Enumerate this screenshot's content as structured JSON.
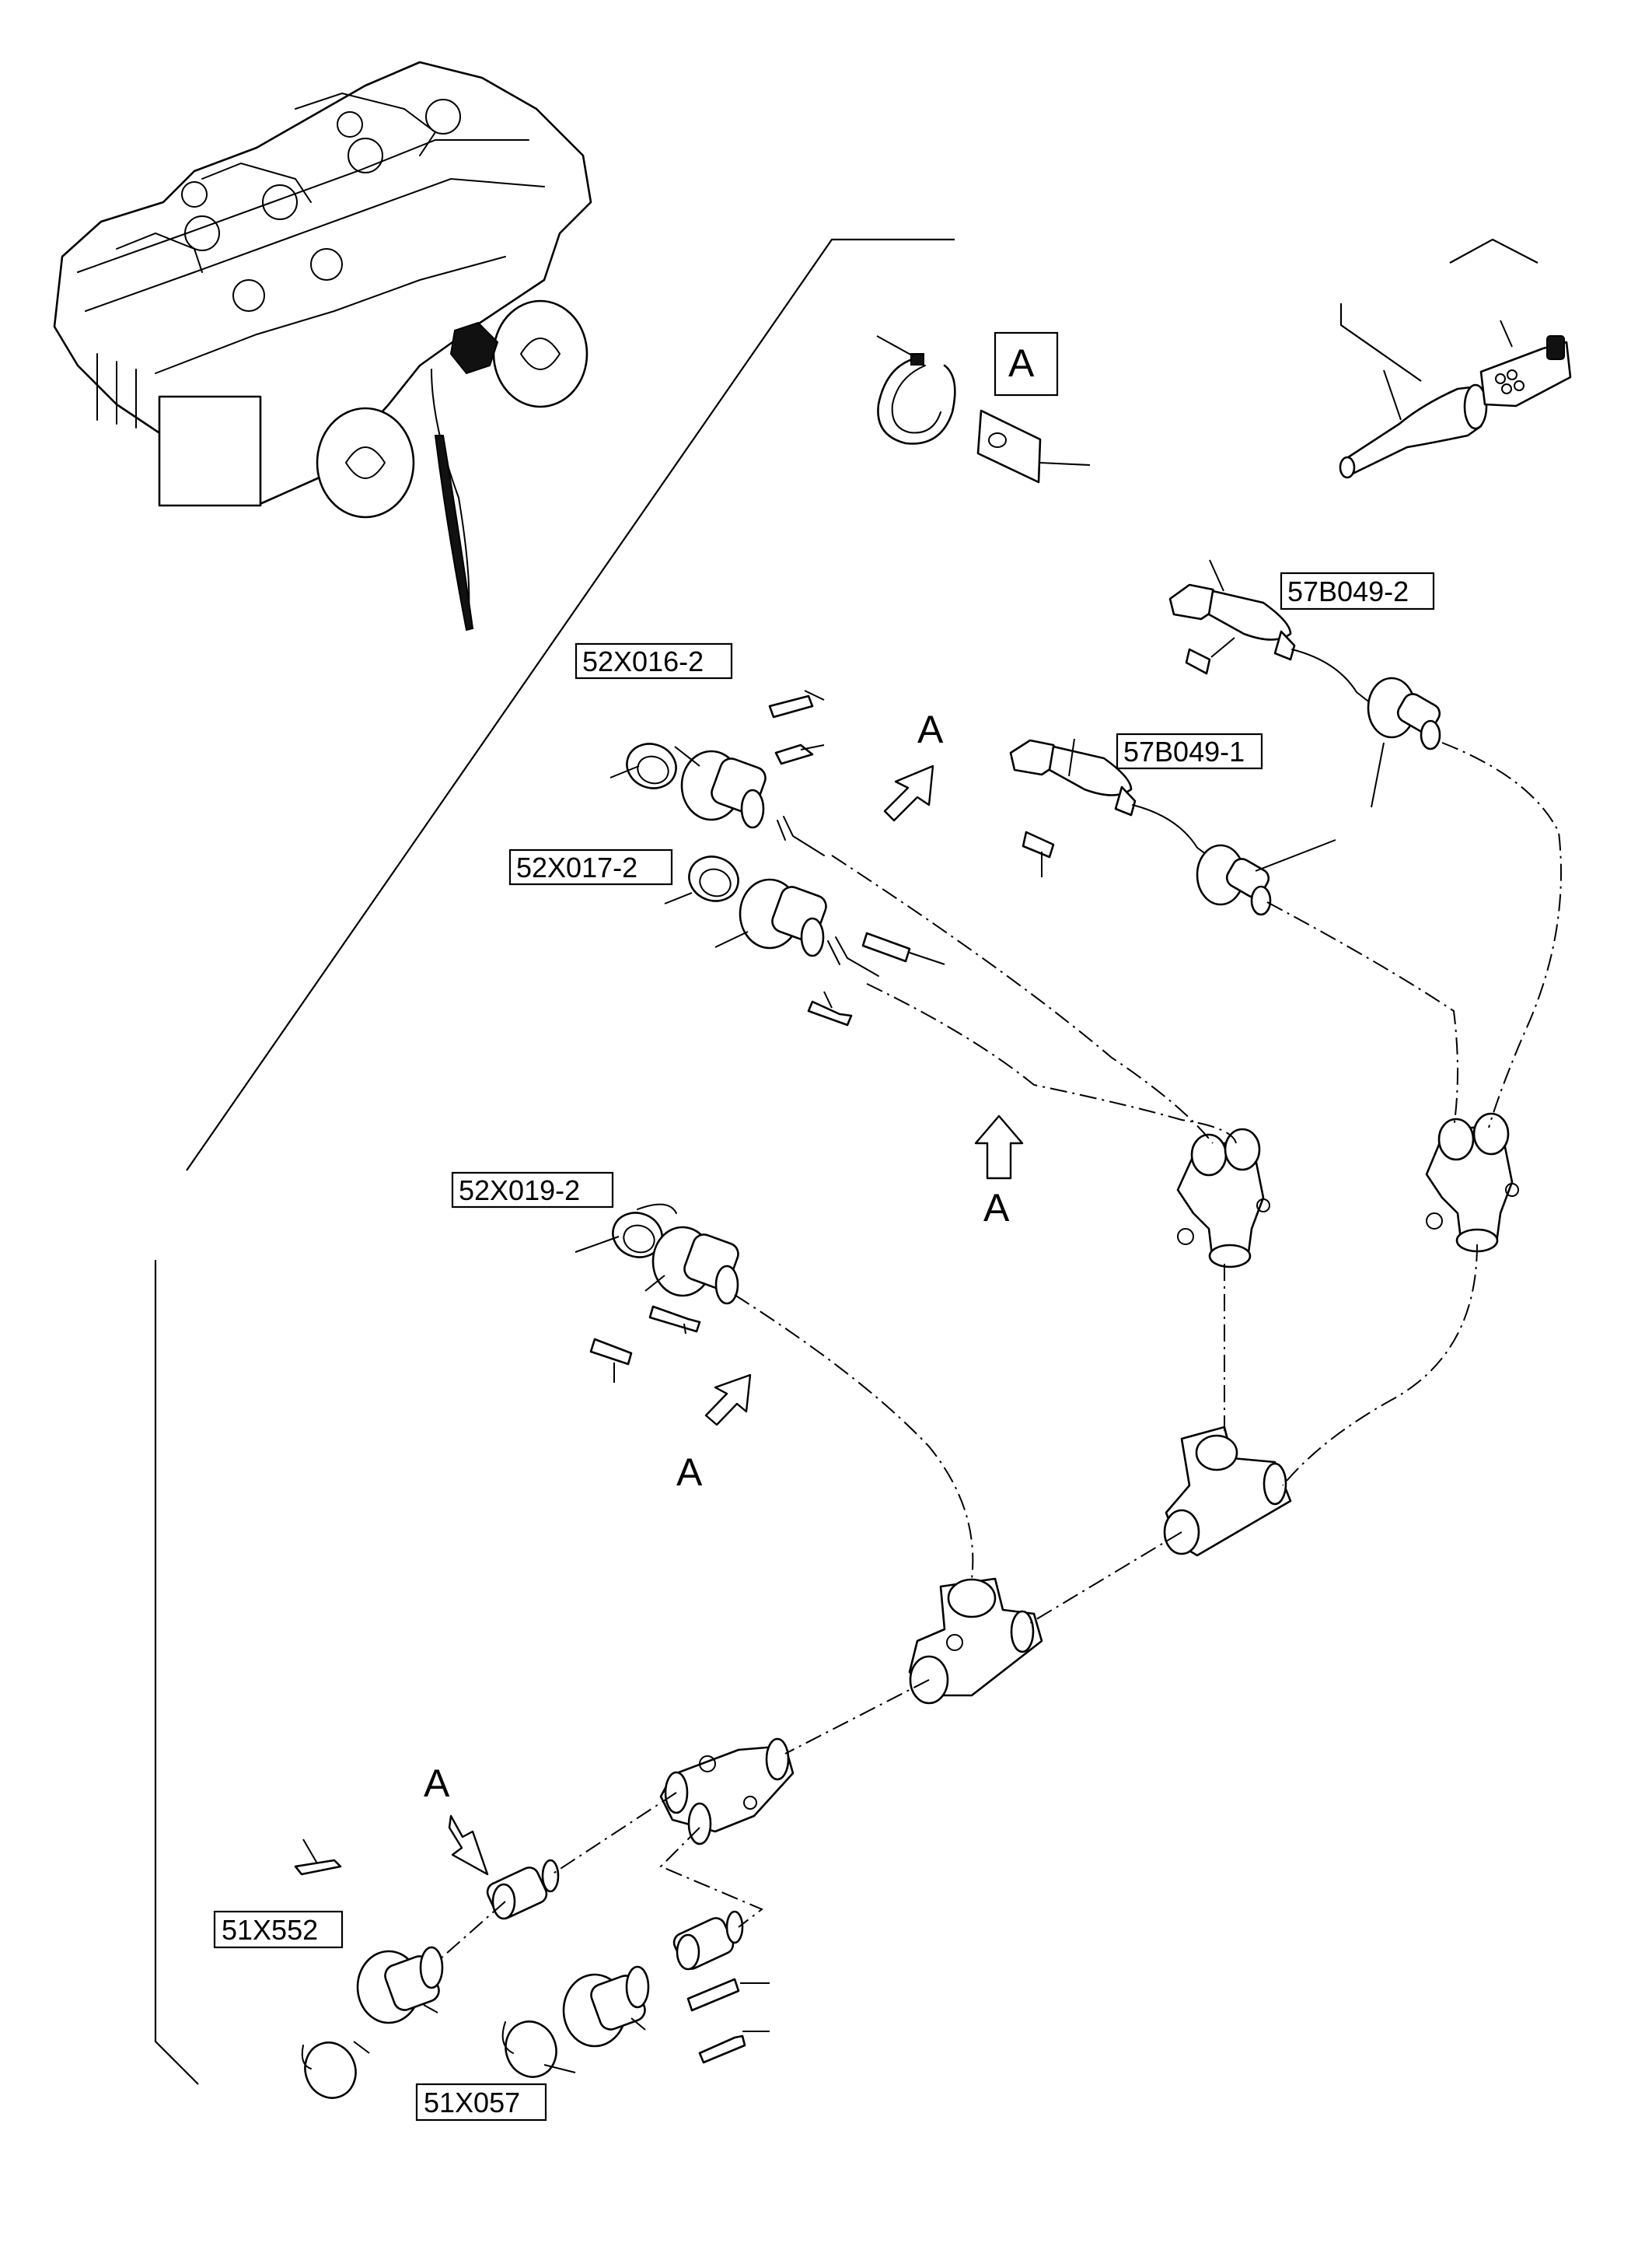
{
  "labels": {
    "c52x016": "52X016-2",
    "c52x017": "52X017-2",
    "c52x019": "52X019-2",
    "c57b049_1": "57B049-1",
    "c57b049_2": "57B049-2",
    "c51x552": "51X552",
    "c51x057": "51X057"
  },
  "view_markers": {
    "detail_box": "A",
    "arrow_1": "A",
    "arrow_2": "A",
    "arrow_3": "A",
    "arrow_4": "A"
  },
  "icons": [
    "engine-overview",
    "cable-tie",
    "identification-tag",
    "rubber-boot",
    "connector-plug",
    "y-adapter",
    "t-adapter",
    "view-arrow"
  ]
}
